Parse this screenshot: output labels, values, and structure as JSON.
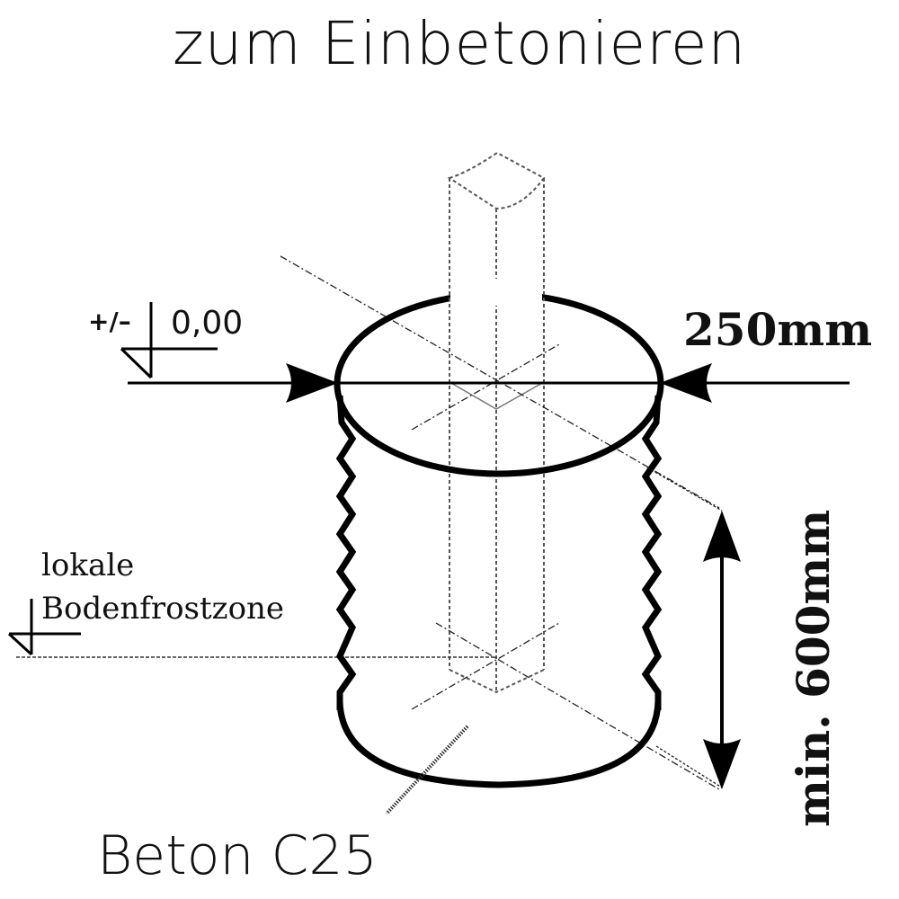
{
  "title": "zum Einbetonieren",
  "ground_level": {
    "sign": "+/–",
    "value": "0,00"
  },
  "dimensions": {
    "diameter": "250mm",
    "depth": "min. 600mm"
  },
  "frost_zone": {
    "line1": "lokale",
    "line2": "Bodenfrostzone"
  },
  "material": "Beton C25",
  "colors": {
    "stroke": "#000000",
    "hidden_lines": "#555555",
    "background": "#ffffff"
  }
}
